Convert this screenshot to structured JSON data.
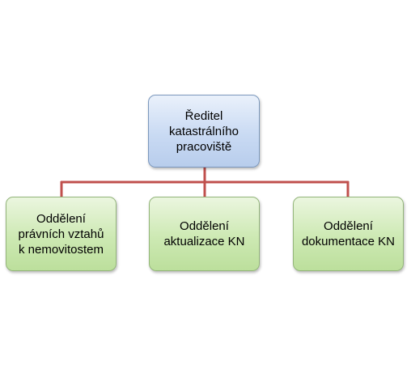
{
  "diagram": {
    "type": "org-chart",
    "connector_color": "#c0504d",
    "root": {
      "label": "Ředitel\nkatastrálního\npracoviště",
      "fill": "#c9daf3"
    },
    "children": [
      {
        "label": "Oddělení\nprávních vztahů\nk nemovitostem",
        "fill": "#cde9b3"
      },
      {
        "label": "Oddělení\naktualizace KN",
        "fill": "#cde9b3"
      },
      {
        "label": "Oddělení\ndokumentace KN",
        "fill": "#cde9b3"
      }
    ]
  }
}
